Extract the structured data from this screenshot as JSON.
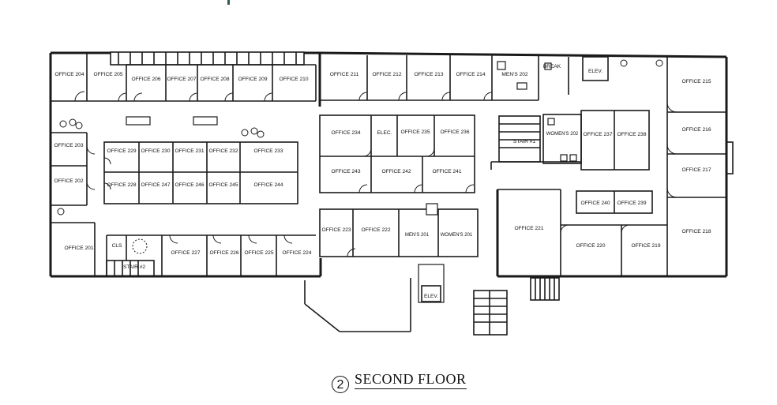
{
  "floor": {
    "number": "2",
    "title": "SECOND FLOOR"
  },
  "rooms": {
    "o201": "OFFICE 201",
    "o202": "OFFICE 202",
    "o203": "OFFICE 203",
    "o204": "OFFICE 204",
    "o205": "OFFICE 205",
    "o206": "OFFICE 206",
    "o207": "OFFICE 207",
    "o208": "OFFICE 208",
    "o209": "OFFICE 209",
    "o210": "OFFICE 210",
    "o211": "OFFICE 211",
    "o212": "OFFICE 212",
    "o213": "OFFICE 213",
    "o214": "OFFICE 214",
    "o215": "OFFICE 215",
    "o216": "OFFICE 216",
    "o217": "OFFICE 217",
    "o218": "OFFICE 218",
    "o219": "OFFICE 219",
    "o220": "OFFICE 220",
    "o221": "OFFICE 221",
    "o222": "OFFICE 222",
    "o223": "OFFICE 223",
    "o224": "OFFICE 224",
    "o225": "OFFICE 225",
    "o226": "OFFICE 226",
    "o227": "OFFICE 227",
    "o228": "OFFICE 228",
    "o229": "OFFICE 229",
    "o230": "OFFICE 230",
    "o231": "OFFICE 231",
    "o232": "OFFICE 232",
    "o233": "OFFICE 233",
    "o234": "OFFICE 234",
    "o235": "OFFICE 235",
    "o236": "OFFICE 236",
    "o237": "OFFICE 237",
    "o238": "OFFICE 238",
    "o239": "OFFICE 239",
    "o240": "OFFICE 240",
    "o241": "OFFICE 241",
    "o242": "OFFICE 242",
    "o243": "OFFICE 243",
    "o244": "OFFICE 244",
    "o245": "OFFICE 245",
    "o246": "OFFICE 246",
    "o247": "OFFICE 247",
    "mens201": "MEN'S 201",
    "womens201": "WOMEN'S 201",
    "mens202": "MEN'S 202",
    "womens202": "WOMEN'S 202",
    "break": "BREAK",
    "elev_top": "ELEV.",
    "elev_bottom": "ELEV.",
    "elec": "ELEC.",
    "stair1": "STAIR #1",
    "stair2": "STAIR #2",
    "cls": "CLS"
  }
}
